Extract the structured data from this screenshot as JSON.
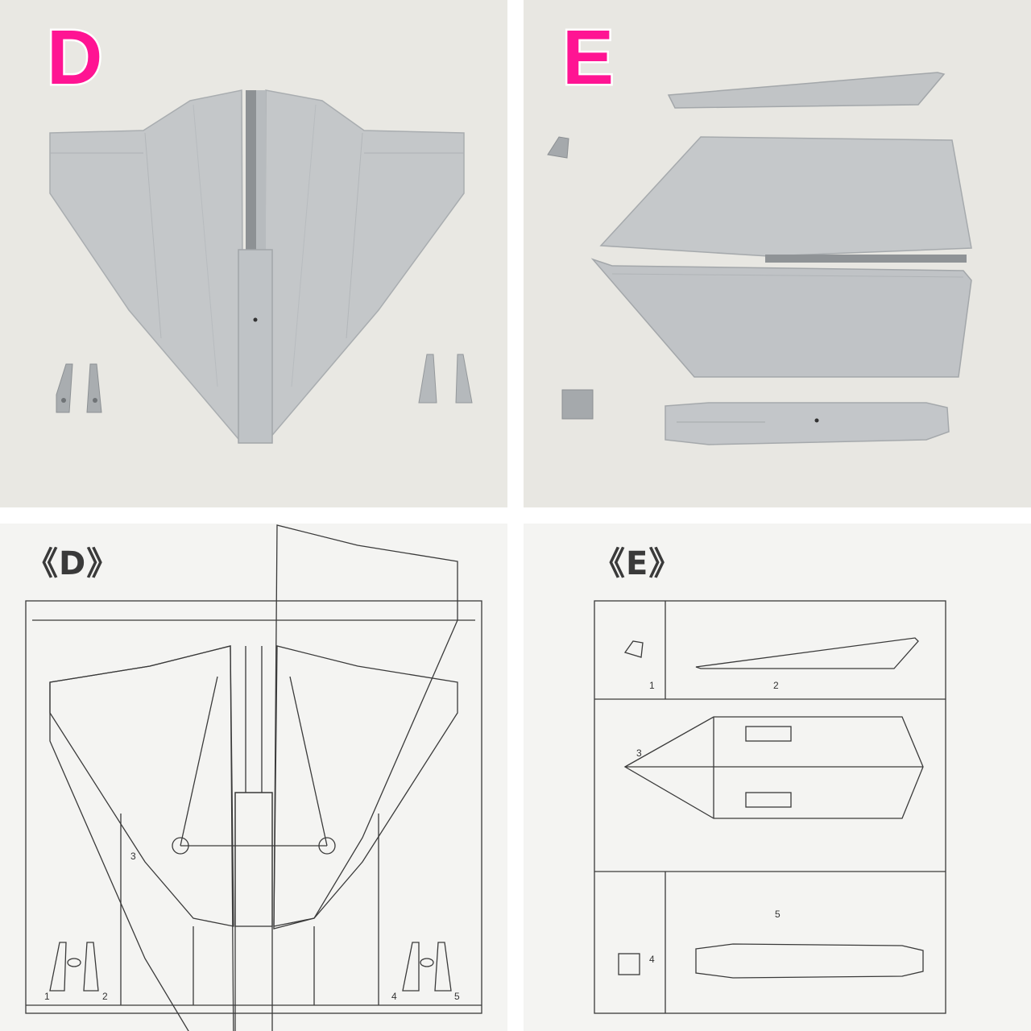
{
  "panels": {
    "photo_d": {
      "label": "D"
    },
    "photo_e": {
      "label": "E"
    },
    "drawing_d": {
      "title": "《D》",
      "part_numbers": [
        "1",
        "2",
        "3",
        "4",
        "5"
      ]
    },
    "drawing_e": {
      "title": "《E》",
      "part_numbers": [
        "1",
        "2",
        "3",
        "4",
        "5"
      ]
    }
  },
  "colors": {
    "label_pink": "#ff1493",
    "plastic_grey": "#c3c6c8",
    "photo_background": "#e9e8e3",
    "drawing_background": "#f4f4f2",
    "line_art": "#3a3a3a"
  }
}
